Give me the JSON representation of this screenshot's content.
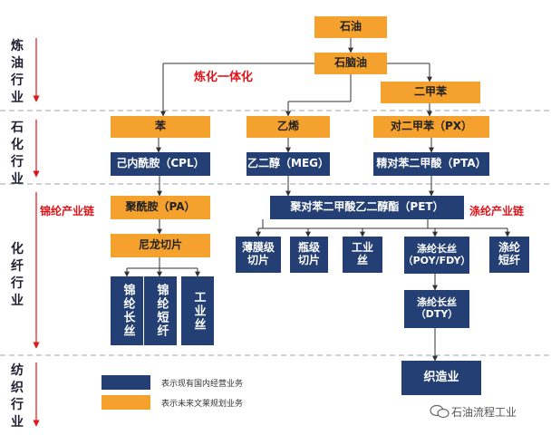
{
  "sectors": [
    {
      "label": "炼\n油\n行\n业"
    },
    {
      "label": "石\n化\n行\n业"
    },
    {
      "label": "化\n纤\n行\n业"
    },
    {
      "label": "纺\n织\n行\n业"
    }
  ],
  "tags": {
    "integration": "炼化一体化",
    "nylon_chain": "锦纶产业链",
    "polyester_chain": "涤纶产业链"
  },
  "nodes": {
    "crude_oil": "石油",
    "naphtha": "石脑油",
    "xylene": "二甲苯",
    "benzene": "苯",
    "ethylene": "乙烯",
    "px": "对二甲苯（PX）",
    "cpl": "己内酰胺（CPL）",
    "meg": "乙二醇（MEG）",
    "pta": "精对苯二甲酸（PTA）",
    "pa": "聚酰胺（PA）",
    "pet": "聚对苯二甲酸乙二醇酯（PET）",
    "nylon_chip": "尼龙切片",
    "nylon_filament": "锦纶长丝",
    "nylon_staple": "锦纶短纤",
    "nylon_industrial": "工业丝",
    "film_chip": "薄膜级\n切片",
    "bottle_chip": "瓶级\n切片",
    "pet_industrial": "工业\n丝",
    "poy_fdy": "涤纶长丝\n（POY/FDY）",
    "polyester_staple": "涤纶\n短纤",
    "dty": "涤纶长丝\n（DTY）",
    "weaving": "织造业"
  },
  "legend": {
    "existing": "表示现有国内经营业务",
    "planned": "表示未来文莱规划业务",
    "existing_color": "#243F73",
    "planned_color": "#F4A12D"
  },
  "watermark": "石油流程工业",
  "colors": {
    "orange": "#F4A12D",
    "navy": "#243F73",
    "red": "#E0151B"
  }
}
